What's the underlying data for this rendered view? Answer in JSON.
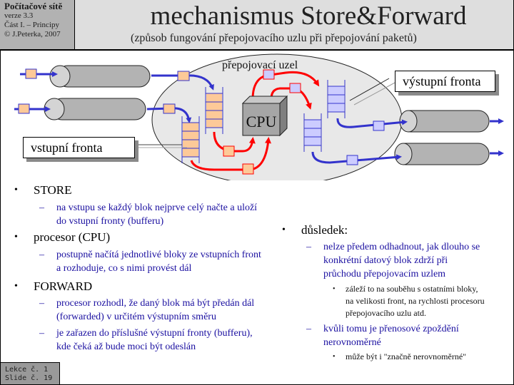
{
  "header": {
    "course": "Počítačové sítě",
    "version": "verze 3.3",
    "part": "Část I. – Principy",
    "copyright": "© J.Peterka, 2007",
    "title": "mechanismus  Store&Forward",
    "subtitle": "(způsob fungování přepojovacího uzlu při přepojování paketů)"
  },
  "diagram": {
    "node_label": "přepojovací uzel",
    "cpu_label": "CPU",
    "input_queue_label": "vstupní fronta",
    "output_queue_label": "výstupní fronta",
    "colors": {
      "input_packet": "#fdc998",
      "output_packet": "#ccccff",
      "input_flow": "#3333cc",
      "cpu_flow": "#ff0000",
      "node_fill": "#e8e8e8",
      "link_fill": "#b3b3b3",
      "link_end": "#d4d4d4",
      "cpu_fill": "#a6a6a6"
    }
  },
  "content": {
    "left": [
      {
        "heading": "STORE",
        "items": [
          {
            "text": "na vstupu se každý blok nejprve celý načte a  uloží",
            "cont": "do vstupní fronty (bufferu)"
          }
        ]
      },
      {
        "heading": "procesor (CPU)",
        "items": [
          {
            "text": "postupně načítá jednotlivé bloky ze vstupních front",
            "cont": "a rozhoduje, co s nimi provést dál"
          }
        ]
      },
      {
        "heading": "FORWARD",
        "items": [
          {
            "text": "procesor rozhodl, že daný blok má být předán dál",
            "cont": "(forwarded) v určitém výstupním směru"
          },
          {
            "text": "je zařazen do příslušné výstupní fronty (bufferu),",
            "cont": "kde čeká až bude moci být odeslán"
          }
        ]
      }
    ],
    "right": {
      "heading": "důsledek:",
      "items": [
        {
          "lines": [
            "nelze předem odhadnout, jak dlouho se",
            "konkrétní datový blok zdrží při",
            "průchodu přepojovacím  uzlem"
          ],
          "sub": [
            "záleží to na souběhu s ostatními bloky,",
            "na velikosti front, na rychlosti procesoru",
            "přepojovacího uzlu atd."
          ]
        },
        {
          "lines": [
            "kvůli tomu je přenosové zpoždění",
            "nerovnoměrné"
          ],
          "sub": [
            "může být i \"značně nerovnoměrné\""
          ]
        }
      ]
    }
  },
  "footer": {
    "lesson": "Lekce č. 1",
    "slide": "Slide č. 19"
  }
}
